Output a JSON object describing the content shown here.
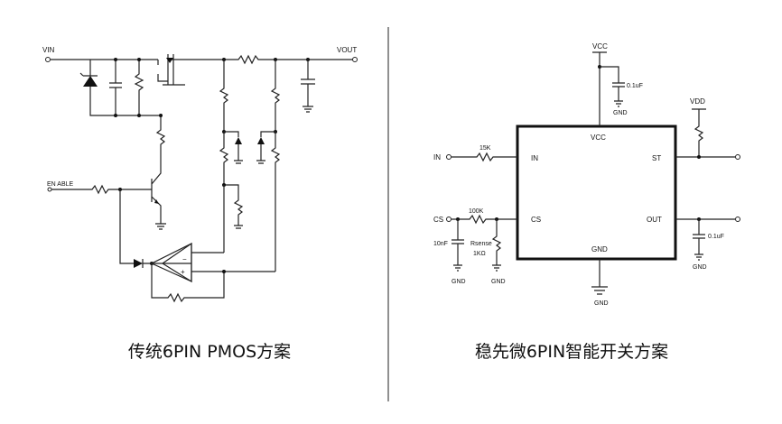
{
  "left": {
    "caption": "传统6PIN PMOS方案",
    "labels": {
      "vin": "VIN",
      "vout": "VOUT",
      "enable": "EN ABLE",
      "plus": "+",
      "minus": "−"
    }
  },
  "right": {
    "caption": "稳先微6PIN智能开关方案",
    "chip_pins": {
      "vcc": "VCC",
      "in": "IN",
      "cs": "CS",
      "st": "ST",
      "out": "OUT",
      "gnd": "GND"
    },
    "labels": {
      "vcc_top": "VCC",
      "cap_vcc": "0.1uF",
      "gnd_vcc": "GND",
      "vdd": "VDD",
      "in_ext": "IN",
      "r_in": "15K",
      "cs_ext": "CS",
      "r_cs": "100K",
      "c_cs": "10nF",
      "r_sense": "Rsense",
      "r_sense_val": "1KΩ",
      "gnd_c": "GND",
      "gnd_r": "GND",
      "gnd_chip": "GND",
      "cap_out": "0.1uF",
      "gnd_out": "GND"
    }
  }
}
